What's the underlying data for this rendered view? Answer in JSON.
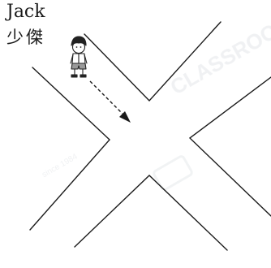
{
  "character": {
    "name_en": "Jack",
    "name_zh": "少傑",
    "icon": "boy-standing-icon"
  },
  "movement": {
    "direction": "down-right",
    "style": "dashed-arrow"
  },
  "crossroad": {
    "shape": "x-junction"
  },
  "watermark": {
    "text": "CLASSROOM",
    "sub_text": "since 1984",
    "color": "#e8eaec"
  },
  "colors": {
    "road_line": "#1a1a1a",
    "arrow": "#1a1a1a",
    "background": "#ffffff"
  }
}
